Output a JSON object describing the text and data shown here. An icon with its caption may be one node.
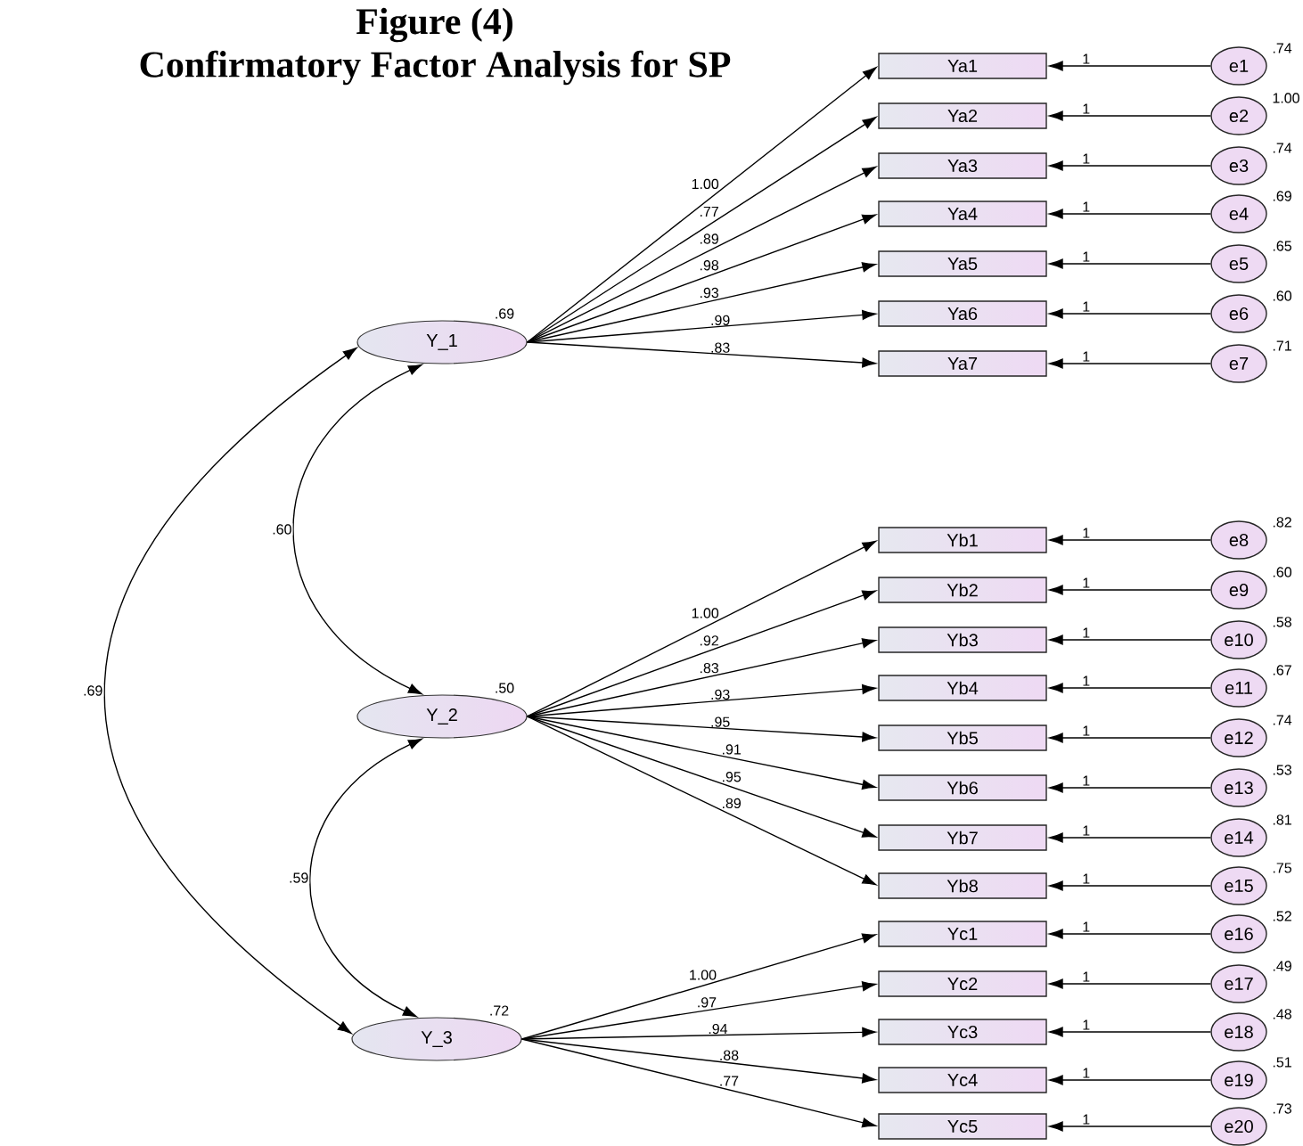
{
  "diagram": {
    "title": "Confirmatory Factor Analysis for SP",
    "labels": [
      "Figure (4)"
    ],
    "nodes": [
      {
        "text": [
          "Y_1"
        ],
        "beside": [
          ".69"
        ]
      },
      {
        "text": [
          "Y_2"
        ],
        "beside": [
          ".50"
        ]
      },
      {
        "text": [
          "Y_3"
        ],
        "beside": [
          ".72"
        ]
      },
      {
        "text": [
          "Ya1"
        ]
      },
      {
        "text": [
          "Ya2"
        ]
      },
      {
        "text": [
          "Ya3"
        ]
      },
      {
        "text": [
          "Ya4"
        ]
      },
      {
        "text": [
          "Ya5"
        ]
      },
      {
        "text": [
          "Ya6"
        ]
      },
      {
        "text": [
          "Ya7"
        ]
      },
      {
        "text": [
          "Yb1"
        ]
      },
      {
        "text": [
          "Yb2"
        ]
      },
      {
        "text": [
          "Yb3"
        ]
      },
      {
        "text": [
          "Yb4"
        ]
      },
      {
        "text": [
          "Yb5"
        ]
      },
      {
        "text": [
          "Yb6"
        ]
      },
      {
        "text": [
          "Yb7"
        ]
      },
      {
        "text": [
          "Yb8"
        ]
      },
      {
        "text": [
          "Yc1"
        ]
      },
      {
        "text": [
          "Yc2"
        ]
      },
      {
        "text": [
          "Yc3"
        ]
      },
      {
        "text": [
          "Yc4"
        ]
      },
      {
        "text": [
          "Yc5"
        ]
      },
      {
        "text": [
          "e1"
        ],
        "beside": [
          ".74"
        ]
      },
      {
        "text": [
          "e2"
        ],
        "beside": [
          "1.00"
        ]
      },
      {
        "text": [
          "e3"
        ],
        "beside": [
          ".74"
        ]
      },
      {
        "text": [
          "e4"
        ],
        "beside": [
          ".69"
        ]
      },
      {
        "text": [
          "e5"
        ],
        "beside": [
          ".65"
        ]
      },
      {
        "text": [
          "e6"
        ],
        "beside": [
          ".60"
        ]
      },
      {
        "text": [
          "e7"
        ],
        "beside": [
          ".71"
        ]
      },
      {
        "text": [
          "e8"
        ],
        "beside": [
          ".82"
        ]
      },
      {
        "text": [
          "e9"
        ],
        "beside": [
          ".60"
        ]
      },
      {
        "text": [
          "e10"
        ],
        "beside": [
          ".58"
        ]
      },
      {
        "text": [
          "e11"
        ],
        "beside": [
          ".67"
        ]
      },
      {
        "text": [
          "e12"
        ],
        "beside": [
          ".74"
        ]
      },
      {
        "text": [
          "e13"
        ],
        "beside": [
          ".53"
        ]
      },
      {
        "text": [
          "e14"
        ],
        "beside": [
          ".81"
        ]
      },
      {
        "text": [
          "e15"
        ],
        "beside": [
          ".75"
        ]
      },
      {
        "text": [
          "e16"
        ],
        "beside": [
          ".52"
        ]
      },
      {
        "text": [
          "e17"
        ],
        "beside": [
          ".49"
        ]
      },
      {
        "text": [
          "e18"
        ],
        "beside": [
          ".48"
        ]
      },
      {
        "text": [
          "e19"
        ],
        "beside": [
          ".51"
        ]
      },
      {
        "text": [
          "e20"
        ],
        "beside": [
          ".73"
        ]
      }
    ],
    "edges": [
      {
        "from": 0,
        "to": 3,
        "arrow": "to",
        "label": "1.00"
      },
      {
        "from": 0,
        "to": 4,
        "arrow": "to",
        "label": ".77"
      },
      {
        "from": 0,
        "to": 5,
        "arrow": "to",
        "label": ".89"
      },
      {
        "from": 0,
        "to": 6,
        "arrow": "to",
        "label": ".98"
      },
      {
        "from": 0,
        "to": 7,
        "arrow": "to",
        "label": ".93"
      },
      {
        "from": 0,
        "to": 8,
        "arrow": "to",
        "label": ".99"
      },
      {
        "from": 0,
        "to": 9,
        "arrow": "to",
        "label": ".83"
      },
      {
        "from": 1,
        "to": 10,
        "arrow": "to",
        "label": "1.00"
      },
      {
        "from": 1,
        "to": 11,
        "arrow": "to",
        "label": ".92"
      },
      {
        "from": 1,
        "to": 12,
        "arrow": "to",
        "label": ".83"
      },
      {
        "from": 1,
        "to": 13,
        "arrow": "to",
        "label": ".93"
      },
      {
        "from": 1,
        "to": 14,
        "arrow": "to",
        "label": ".95"
      },
      {
        "from": 1,
        "to": 15,
        "arrow": "to",
        "label": ".91"
      },
      {
        "from": 1,
        "to": 16,
        "arrow": "to",
        "label": ".95"
      },
      {
        "from": 1,
        "to": 17,
        "arrow": "to",
        "label": ".89"
      },
      {
        "from": 2,
        "to": 18,
        "arrow": "to",
        "label": "1.00"
      },
      {
        "from": 2,
        "to": 19,
        "arrow": "to",
        "label": ".97"
      },
      {
        "from": 2,
        "to": 20,
        "arrow": "to",
        "label": ".94"
      },
      {
        "from": 2,
        "to": 21,
        "arrow": "to",
        "label": ".88"
      },
      {
        "from": 2,
        "to": 22,
        "arrow": "to",
        "label": ".77"
      },
      {
        "from": 23,
        "to": 3,
        "arrow": "to",
        "label": "1"
      },
      {
        "from": 24,
        "to": 4,
        "arrow": "to",
        "label": "1"
      },
      {
        "from": 25,
        "to": 5,
        "arrow": "to",
        "label": "1"
      },
      {
        "from": 26,
        "to": 6,
        "arrow": "to",
        "label": "1"
      },
      {
        "from": 27,
        "to": 7,
        "arrow": "to",
        "label": "1"
      },
      {
        "from": 28,
        "to": 8,
        "arrow": "to",
        "label": "1"
      },
      {
        "from": 29,
        "to": 9,
        "arrow": "to",
        "label": "1"
      },
      {
        "from": 30,
        "to": 10,
        "arrow": "to",
        "label": "1"
      },
      {
        "from": 31,
        "to": 11,
        "arrow": "to",
        "label": "1"
      },
      {
        "from": 32,
        "to": 12,
        "arrow": "to",
        "label": "1"
      },
      {
        "from": 33,
        "to": 13,
        "arrow": "to",
        "label": "1"
      },
      {
        "from": 34,
        "to": 14,
        "arrow": "to",
        "label": "1"
      },
      {
        "from": 35,
        "to": 15,
        "arrow": "to",
        "label": "1"
      },
      {
        "from": 36,
        "to": 16,
        "arrow": "to",
        "label": "1"
      },
      {
        "from": 37,
        "to": 17,
        "arrow": "to",
        "label": "1"
      },
      {
        "from": 38,
        "to": 18,
        "arrow": "to",
        "label": "1"
      },
      {
        "from": 39,
        "to": 19,
        "arrow": "to",
        "label": "1"
      },
      {
        "from": 40,
        "to": 20,
        "arrow": "to",
        "label": "1"
      },
      {
        "from": 41,
        "to": 21,
        "arrow": "to",
        "label": "1"
      },
      {
        "from": 42,
        "to": 22,
        "arrow": "to",
        "label": "1"
      },
      {
        "from": 0,
        "to": 1,
        "arrow": "both",
        "label": ".60"
      },
      {
        "from": 1,
        "to": 2,
        "arrow": "both",
        "label": ".59"
      },
      {
        "from": 0,
        "to": 2,
        "arrow": "both",
        "label": ".69"
      }
    ]
  }
}
